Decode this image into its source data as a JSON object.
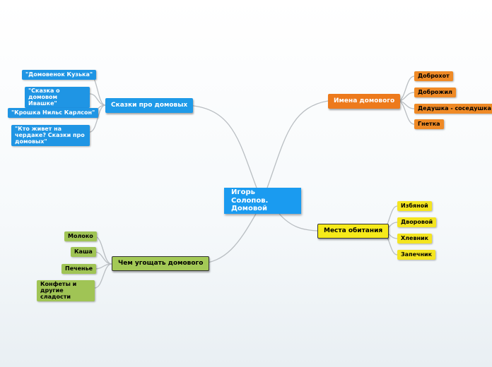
{
  "center": {
    "label": "Игорь Солопов. Домовой"
  },
  "branches": {
    "names": {
      "label": "Имена домового",
      "items": [
        "Доброхот",
        "Доброжил",
        "Дедушка - соседушка",
        "Гнетка"
      ]
    },
    "tales": {
      "label": "Сказки про домовых",
      "items": [
        "\"Домовенок Кузька\"",
        "\"Сказка о домовом Ивашке\"",
        "\"Крошка Нильс Карлсон\"",
        "\"Кто живет на чердаке? Сказки про домовых\""
      ]
    },
    "places": {
      "label": "Места обитания",
      "items": [
        "Избяной",
        "Дворовой",
        "Хлевник",
        "Запечник"
      ]
    },
    "treats": {
      "label": "Чем угощать домового",
      "items": [
        "Молоко",
        "Каша",
        "Печенье",
        "Конфеты и другие сладости"
      ]
    }
  },
  "colors": {
    "center": "#1a9bf0",
    "tales": "#1f9ae8",
    "names": "#ed7a1c",
    "places": "#f6ea1a",
    "treats": "#a3c956",
    "connector": "#b7bcc0"
  }
}
